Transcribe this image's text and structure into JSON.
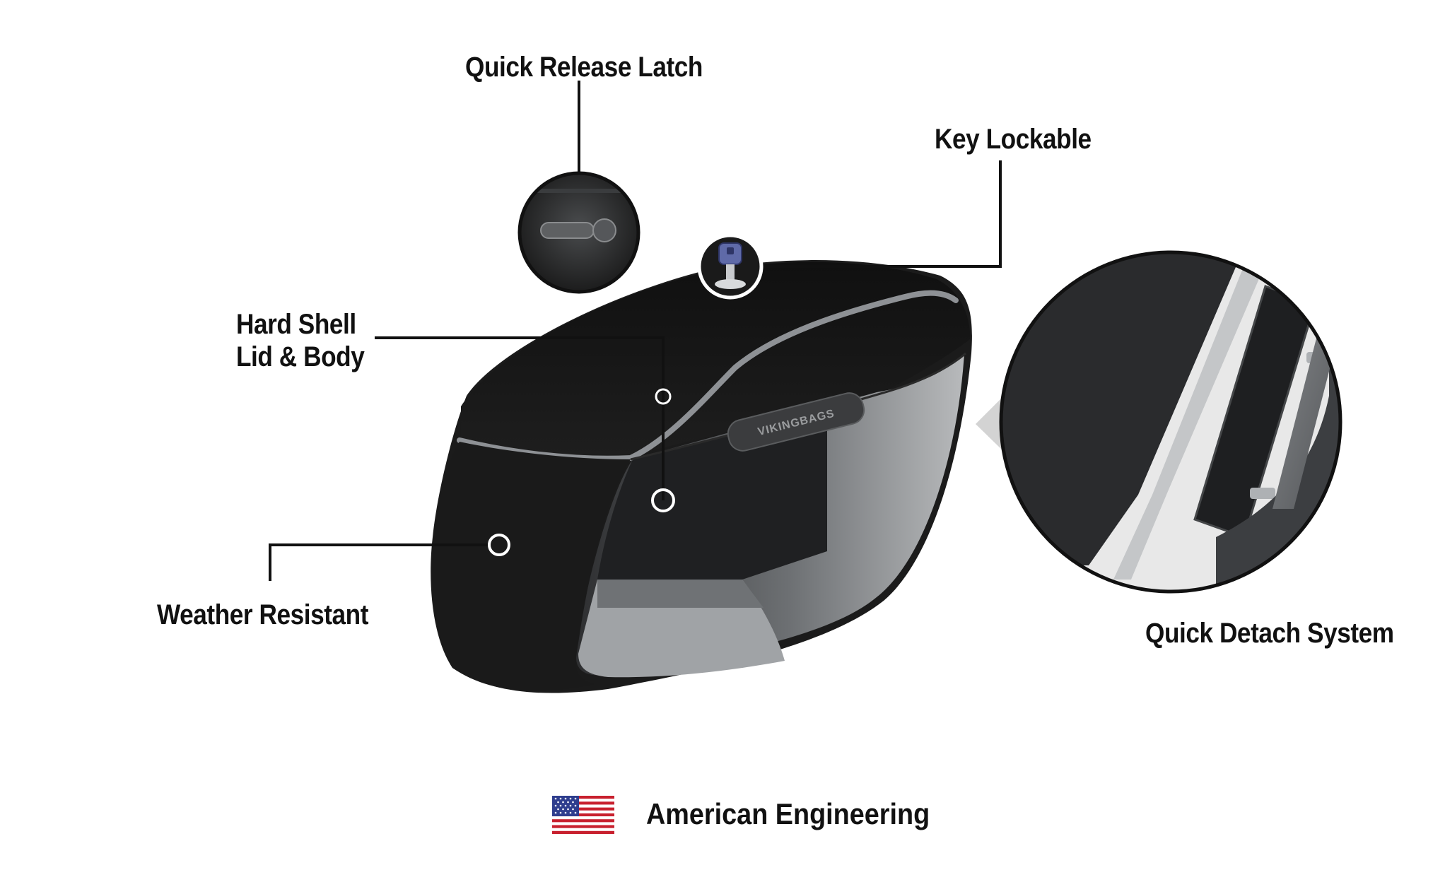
{
  "callouts": {
    "quick_release_latch": "Quick Release Latch",
    "key_lockable": "Key Lockable",
    "hard_shell_line1": "Hard Shell",
    "hard_shell_line2": "Lid & Body",
    "weather_resistant": "Weather Resistant",
    "quick_detach_system": "Quick Detach System"
  },
  "footer": {
    "origin_label": "American Engineering",
    "flag_icon": "us-flag-icon"
  },
  "bag": {
    "brand_logo": "VIKINGBAGS"
  },
  "colors": {
    "text": "#111111",
    "bag_dark": "#1c1c1c",
    "trim": "#8e9195",
    "interior_light": "#8a8d90",
    "background": "#ffffff"
  }
}
